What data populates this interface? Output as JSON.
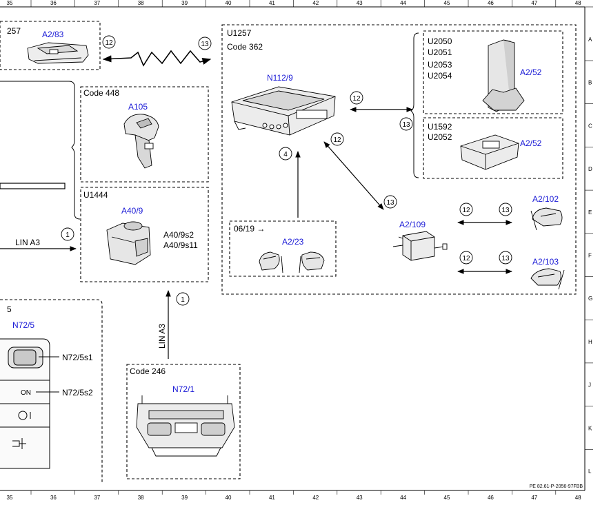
{
  "grid": {
    "columns": [
      "35",
      "36",
      "37",
      "38",
      "39",
      "40",
      "41",
      "42",
      "43",
      "44",
      "45",
      "46",
      "47",
      "48"
    ],
    "rows": [
      "A",
      "B",
      "C",
      "D",
      "E",
      "F",
      "G",
      "H",
      "J",
      "K",
      "L"
    ]
  },
  "colors": {
    "component_label": "#1a1ad6",
    "line": "#000000",
    "background": "#ffffff"
  },
  "groups": {
    "top_left_code": "257",
    "code_448": "Code 448",
    "u1444": "U1444",
    "u1257": "U1257",
    "code_362": "Code 362",
    "u2050_list": [
      "U2050",
      "U2051",
      "U2053",
      "U2054"
    ],
    "u1592_list": [
      "U1592",
      "U2052"
    ],
    "date_code": "06/19 →",
    "code_246": "Code 246",
    "left_bottom_code": "5"
  },
  "components": {
    "a2_83": "A2/83",
    "a105": "A105",
    "a40_9": "A40/9",
    "a40_9s2": "A40/9s2",
    "a40_9s11": "A40/9s11",
    "n112_9": "N112/9",
    "a2_52_top": "A2/52",
    "a2_52_bottom": "A2/52",
    "a2_23": "A2/23",
    "a2_109": "A2/109",
    "a2_102": "A2/102",
    "a2_103": "A2/103",
    "n72_5": "N72/5",
    "n72_5s1": "N72/5s1",
    "n72_5s2": "N72/5s2",
    "n72_1": "N72/1",
    "on_button": "ON"
  },
  "connections": {
    "lin_a3_horizontal": "LIN A3",
    "lin_a3_vertical": "LIN A3",
    "m12": "12",
    "m13": "13",
    "m4": "4",
    "m1": "1"
  },
  "footer_code": "PE 82.61-P-2056-97FBB"
}
